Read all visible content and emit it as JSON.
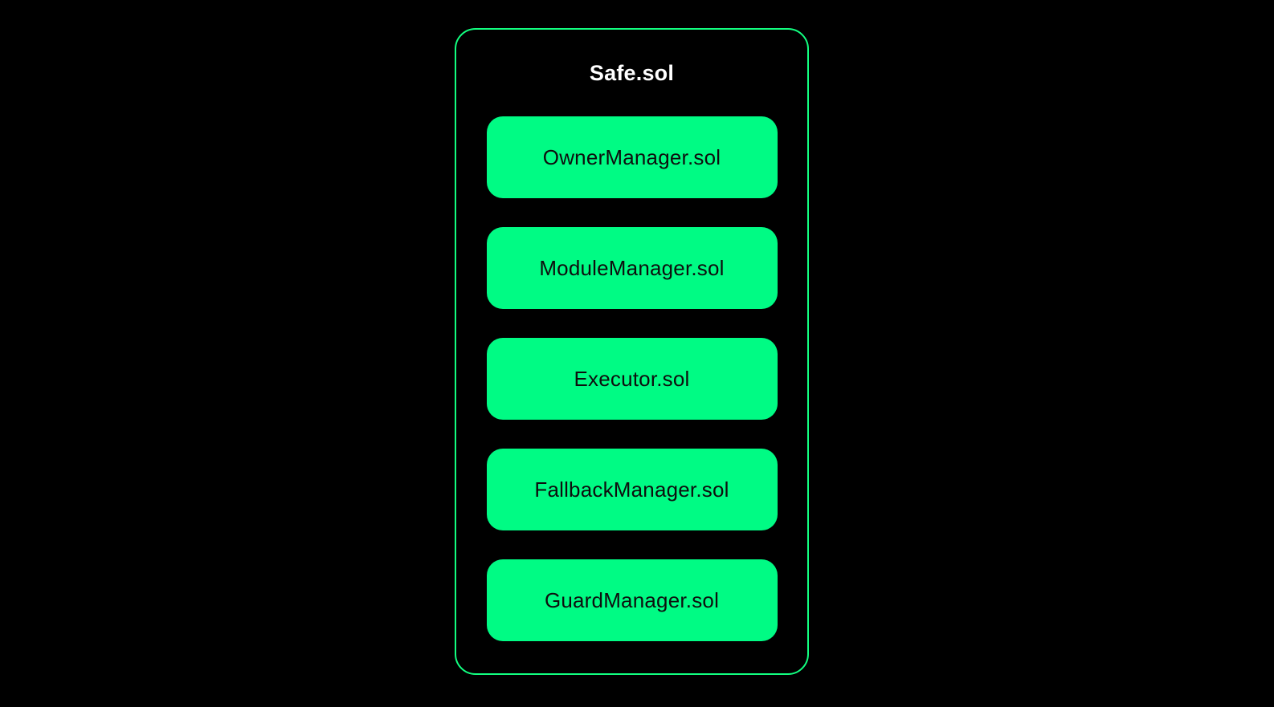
{
  "diagram": {
    "title": "Safe.sol",
    "modules": [
      {
        "label": "OwnerManager.sol"
      },
      {
        "label": "ModuleManager.sol"
      },
      {
        "label": "Executor.sol"
      },
      {
        "label": "FallbackManager.sol"
      },
      {
        "label": "GuardManager.sol"
      }
    ],
    "colors": {
      "page_background": "#000000",
      "frame_border": "#12ff80",
      "module_fill": "#00fb84",
      "module_text": "#0e0e0e",
      "title_text": "#ffffff"
    }
  }
}
